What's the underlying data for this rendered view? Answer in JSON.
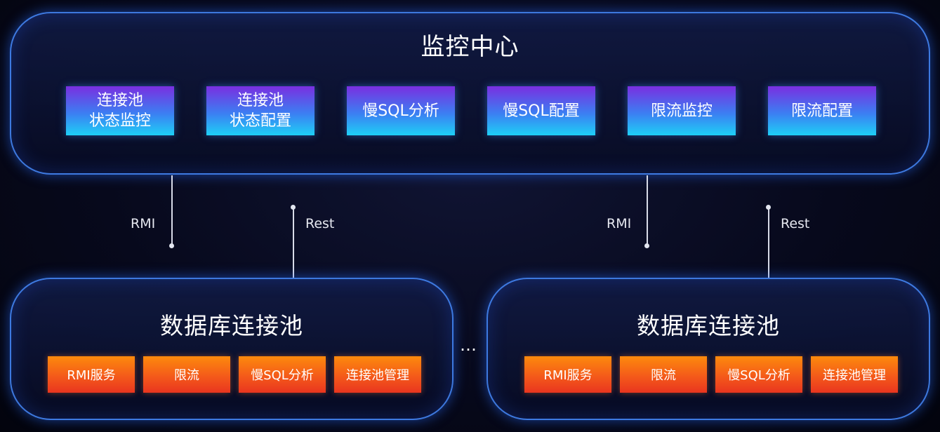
{
  "monitor_center": {
    "title": "监控中心",
    "modules": [
      "连接池\n状态监控",
      "连接池\n状态配置",
      "慢SQL分析",
      "慢SQL配置",
      "限流监控",
      "限流配置"
    ]
  },
  "connections": {
    "left_rmi": "RMI",
    "left_rest": "Rest",
    "right_rmi": "RMI",
    "right_rest": "Rest"
  },
  "pools": [
    {
      "title": "数据库连接池",
      "modules": [
        "RMI服务",
        "限流",
        "慢SQL分析",
        "连接池管理"
      ]
    },
    {
      "title": "数据库连接池",
      "modules": [
        "RMI服务",
        "限流",
        "慢SQL分析",
        "连接池管理"
      ]
    }
  ],
  "ellipsis": "…",
  "colors": {
    "panel_border": "#468cff",
    "blue_box_top": "#7a2fe0",
    "blue_box_bottom": "#1ed0f6",
    "orange_box_top": "#fd8a0c",
    "orange_box_bottom": "#e9351f"
  }
}
